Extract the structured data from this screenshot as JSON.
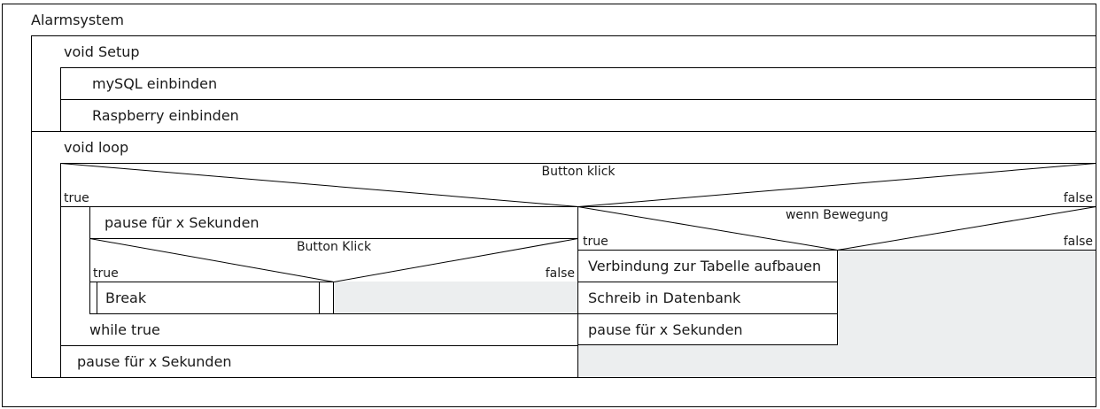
{
  "diagram": {
    "title": "Alarmsystem",
    "setup": {
      "label": "void Setup",
      "steps": [
        "mySQL einbinden",
        "Raspberry einbinden"
      ]
    },
    "loop": {
      "label": "void loop",
      "condition_outer": {
        "label": "Button klick",
        "true_label": "true",
        "false_label": "false"
      },
      "true_branch": {
        "pause": "pause für x Sekunden",
        "inner_condition": {
          "label": "Button Klick",
          "true_label": "true",
          "false_label": "false",
          "true_action": "Break"
        },
        "while_label": "while true",
        "pause_after": "pause für x Sekunden"
      },
      "false_branch": {
        "condition": {
          "label": "wenn Bewegung",
          "true_label": "true",
          "false_label": "false"
        },
        "steps": [
          "Verbindung zur Tabelle aufbauen",
          "Schreib in Datenbank",
          "pause für x Sekunden"
        ]
      }
    }
  },
  "colors": {
    "empty_fill": "#eceeef",
    "line": "#000000"
  }
}
